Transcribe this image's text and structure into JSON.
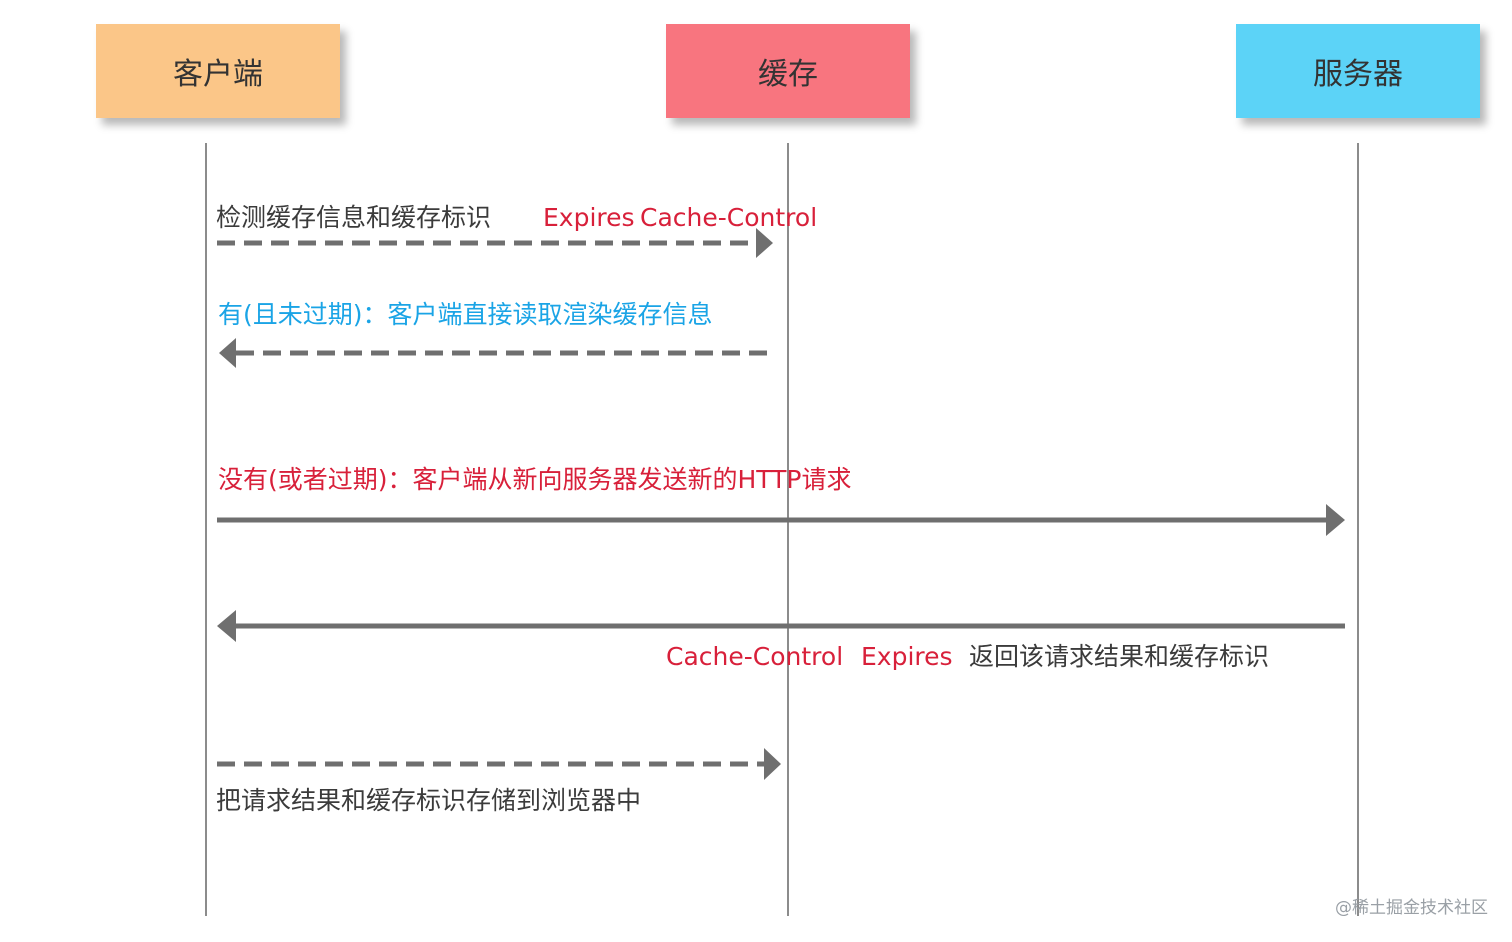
{
  "colors": {
    "client": "#fbc688",
    "cache": "#f8757f",
    "server": "#5cd3f7",
    "lifeline": "#8c8c8c",
    "arrow": "#6f6f6f",
    "text_dark": "#3b3b3b",
    "text_red": "#d8203a",
    "text_blue": "#1aa4e6"
  },
  "actors": {
    "client": "客户端",
    "cache": "缓存",
    "server": "服务器"
  },
  "messages": {
    "m1_text": "检测缓存信息和缓存标识",
    "m1_tag_expires": "Expires",
    "m1_tag_cache_control": "Cache-Control",
    "m2_text": "有(且未过期)：客户端直接读取渲染缓存信息",
    "m3_text": "没有(或者过期)：客户端从新向服务器发送新的HTTP请求",
    "m4_tag_cache_control": "Cache-Control",
    "m4_tag_expires": "Expires",
    "m4_text": "返回该请求结果和缓存标识",
    "m5_text": "把请求结果和缓存标识存储到浏览器中"
  },
  "watermark": "@稀土掘金技术社区"
}
